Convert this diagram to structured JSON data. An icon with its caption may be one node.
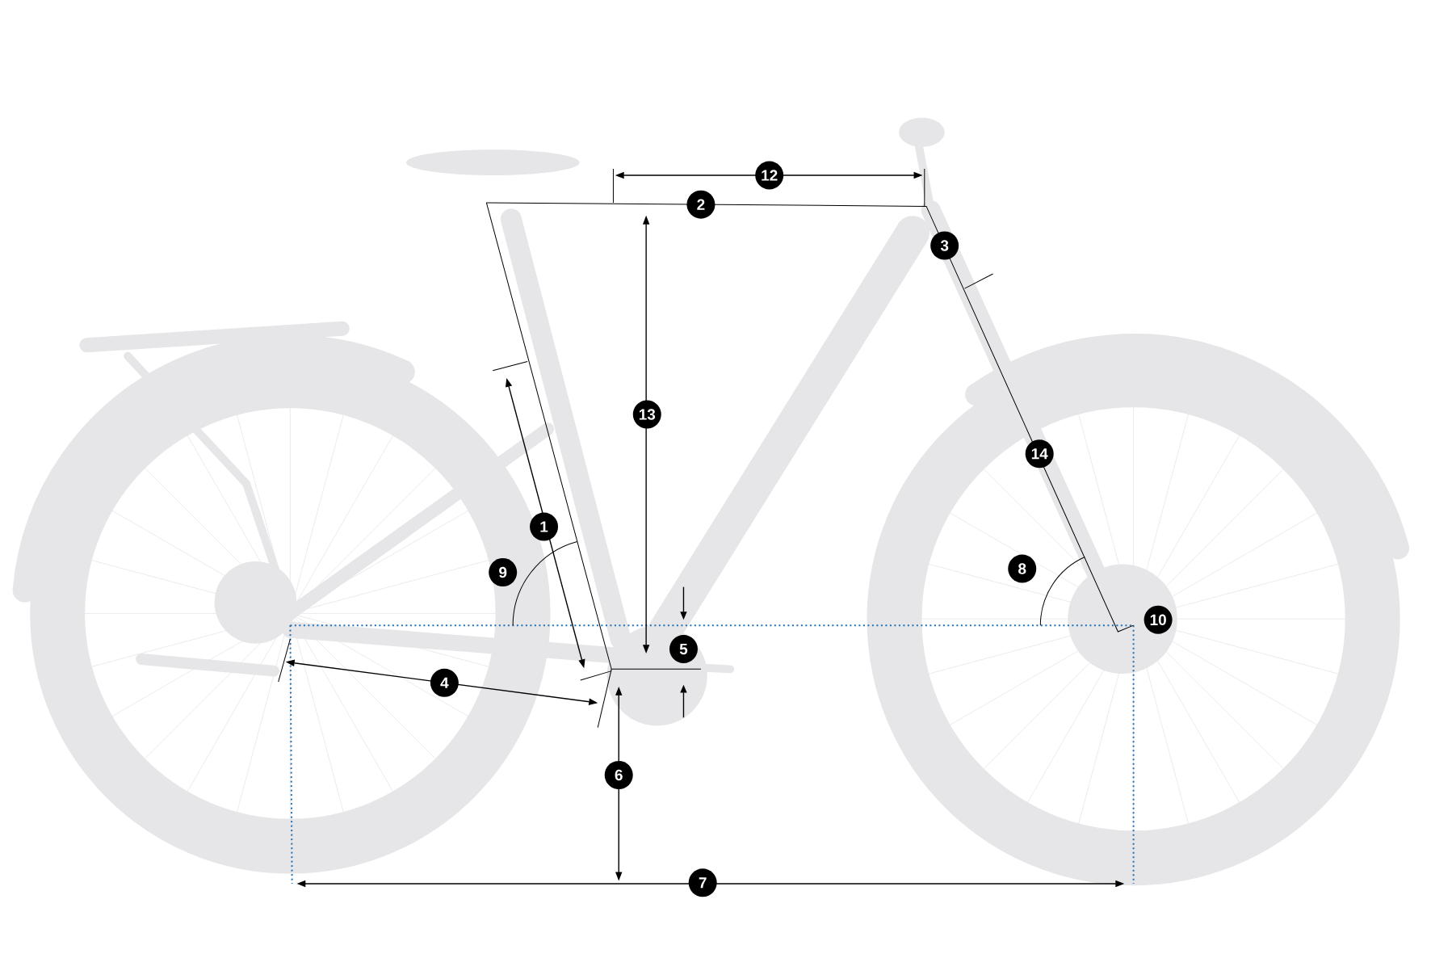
{
  "diagram": {
    "labels": [
      "12",
      "2",
      "3",
      "13",
      "14",
      "1",
      "8",
      "9",
      "10",
      "5",
      "4",
      "6",
      "7"
    ]
  }
}
